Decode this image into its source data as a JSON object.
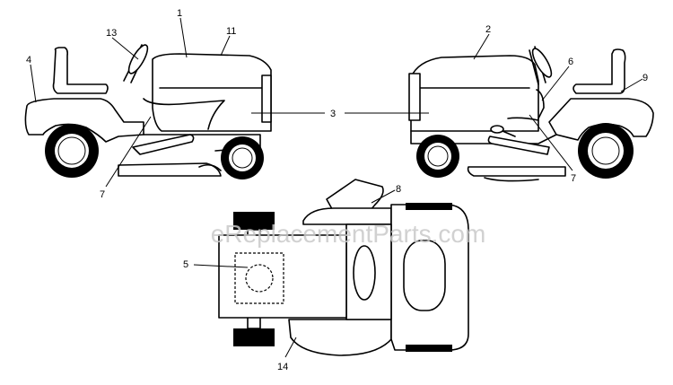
{
  "watermark": "eReplacementParts.com",
  "callouts": {
    "c1": "1",
    "c2": "2",
    "c3": "3",
    "c4": "4",
    "c5": "5",
    "c6": "6",
    "c7_left": "7",
    "c7_right": "7",
    "c8": "8",
    "c9": "9",
    "c11": "11",
    "c13": "13",
    "c14": "14"
  }
}
